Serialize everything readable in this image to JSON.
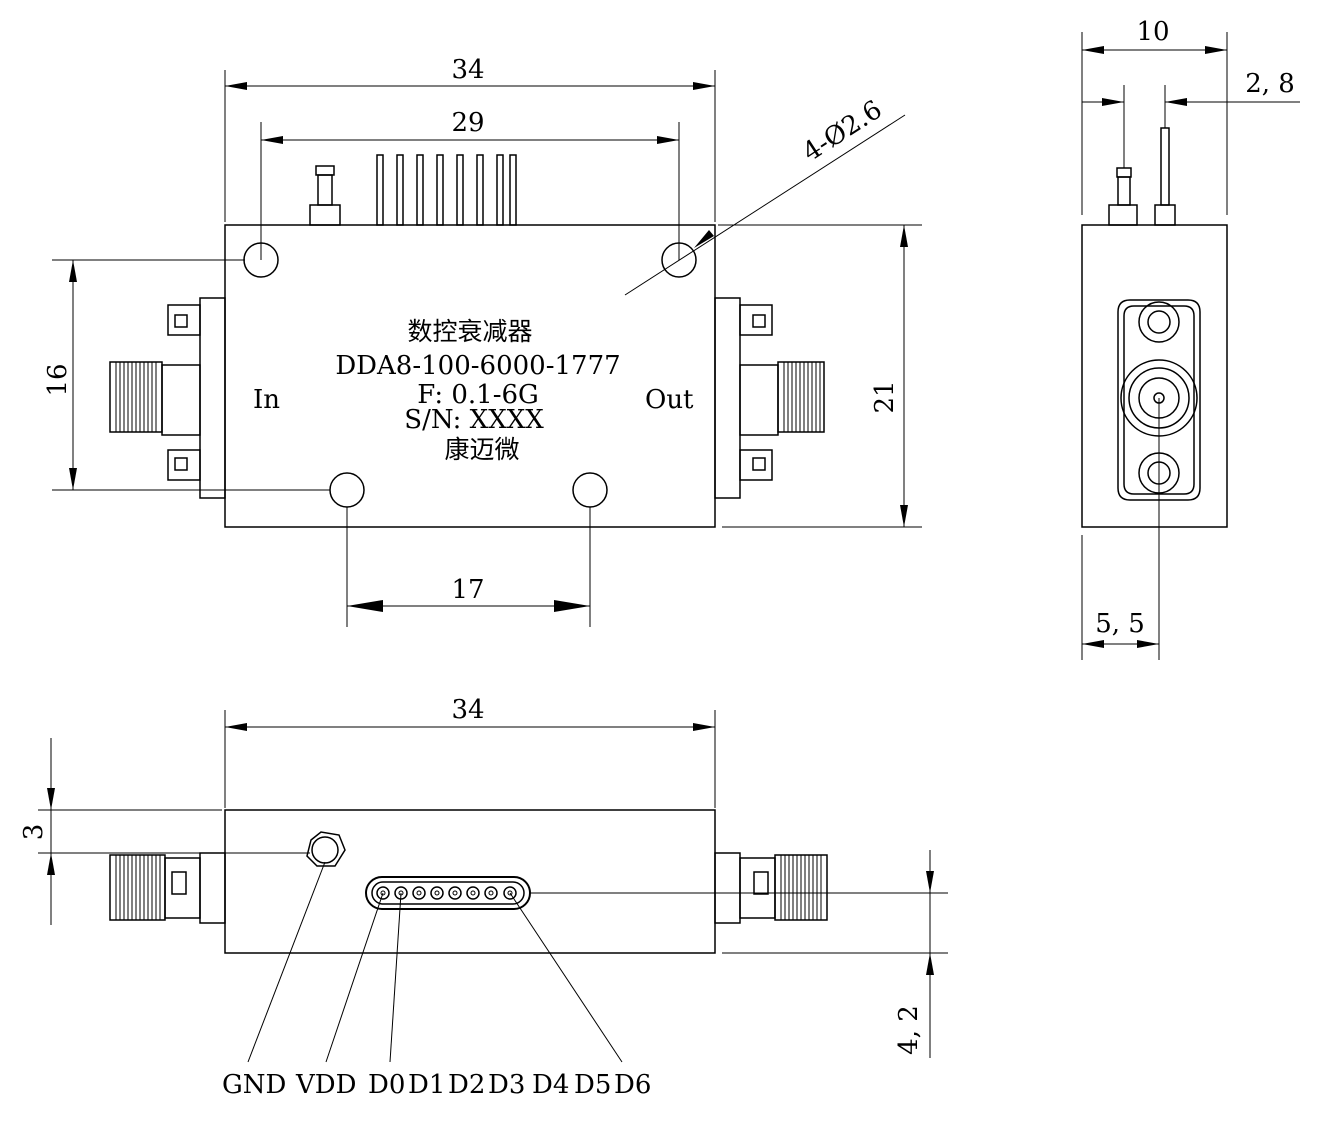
{
  "top_view": {
    "title_cn": "数控衰减器",
    "model": "DDA8-100-6000-1777",
    "freq": "F: 0.1-6G",
    "serial": "S/N: XXXX",
    "maker_cn": "康迈微",
    "in_label": "In",
    "out_label": "Out",
    "dims": {
      "width_total": "34",
      "hole_spacing_x": "29",
      "hole_spacing_bottom": "17",
      "height_left": "16",
      "height_right": "21",
      "hole_callout": "4-Ø2.6"
    }
  },
  "side_view": {
    "dims": {
      "depth": "10",
      "pin_offset": "2, 8",
      "connector_offset": "5, 5"
    }
  },
  "front_view": {
    "dims": {
      "width_total": "34",
      "gnd_offset": "3",
      "pin_height": "4, 2"
    },
    "pins": [
      "GND",
      "VDD",
      "D0",
      "D1",
      "D2",
      "D3",
      "D4",
      "D5",
      "D6"
    ]
  }
}
